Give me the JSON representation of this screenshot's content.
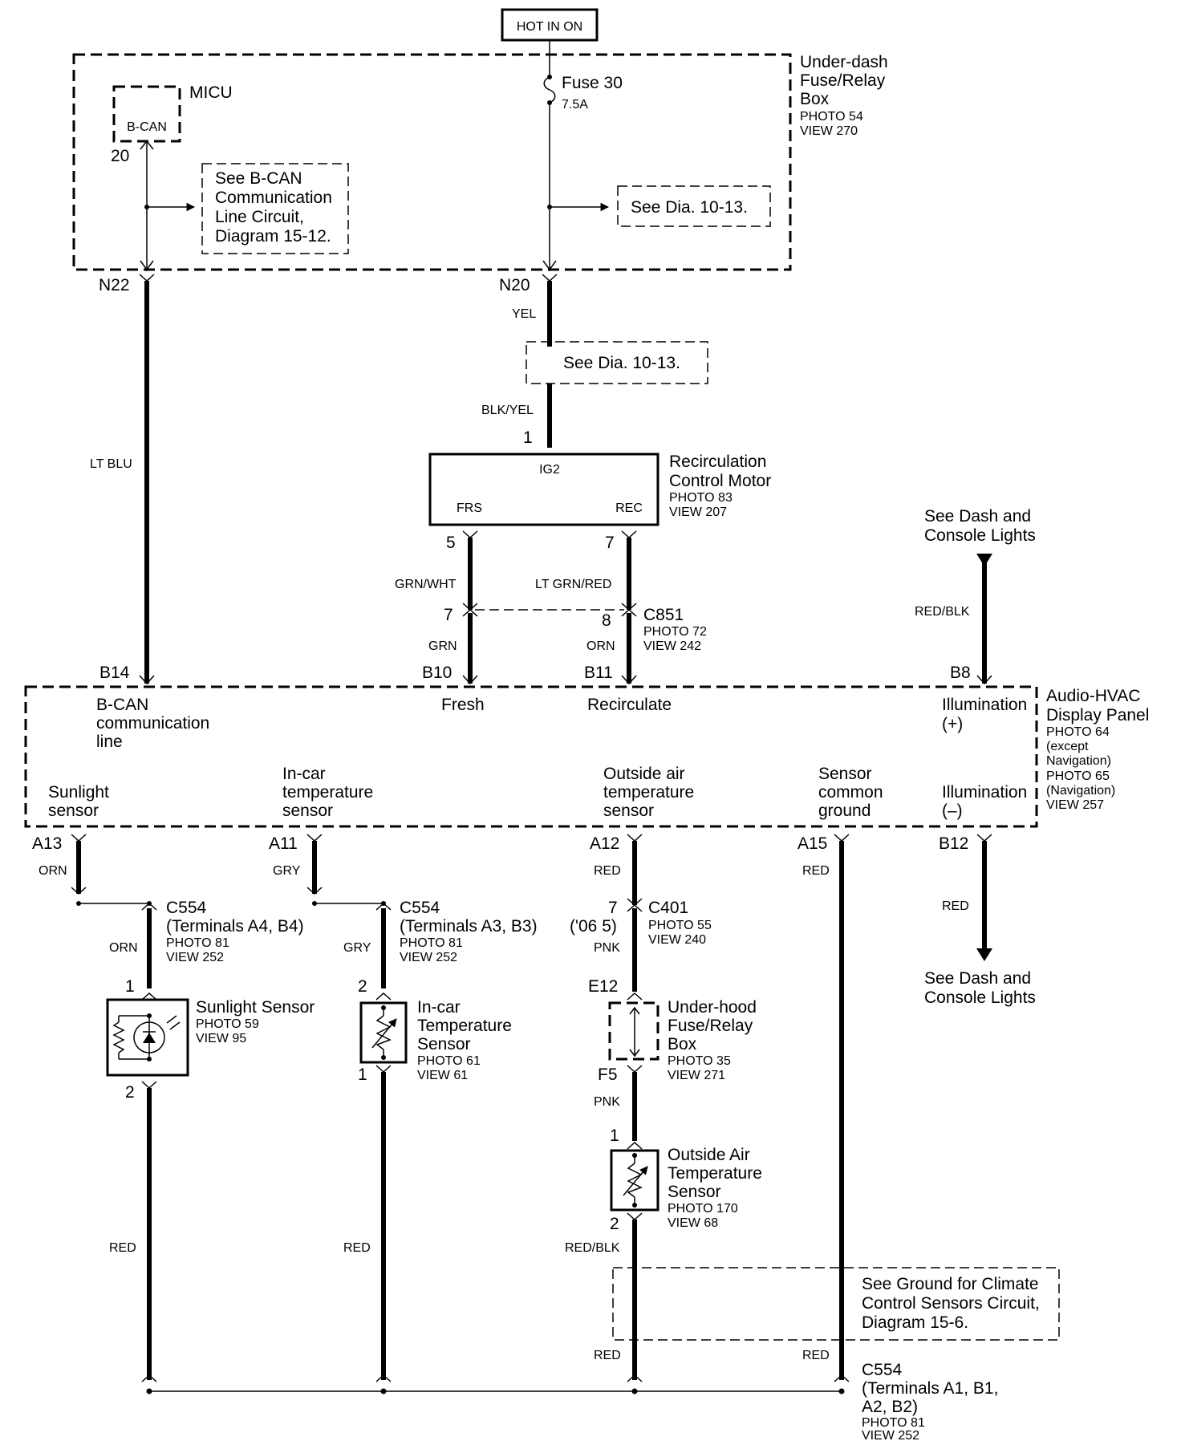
{
  "hot_in_on": "HOT IN ON",
  "underdash_box": {
    "title": [
      "Under-dash",
      "Fuse/Relay",
      "Box"
    ],
    "photo": "PHOTO 54",
    "view": "VIEW 270"
  },
  "micu": {
    "title": "MICU",
    "inner": "B-CAN",
    "pin": "20"
  },
  "fuse": {
    "name": "Fuse 30",
    "rating": "7.5A"
  },
  "bcan_ref": [
    "See B-CAN",
    "Communication",
    "Line Circuit,",
    "Diagram 15-12."
  ],
  "dia_ref_1": "See Dia. 10-13.",
  "dia_ref_2": "See Dia. 10-13.",
  "pins": {
    "n22": "N22",
    "n20": "N20",
    "m1": "1",
    "m5": "5",
    "m7": "7",
    "c7": "7",
    "c8": "8",
    "b14": "B14",
    "b10": "B10",
    "b11": "B11",
    "b8": "B8",
    "a13": "A13",
    "a11": "A11",
    "a12": "A12",
    "a15": "A15",
    "b12": "B12",
    "c401_7": "7",
    "ss1": "1",
    "ss2": "2",
    "ic2": "2",
    "ic1": "1",
    "e12": "E12",
    "f5": "F5",
    "oa1": "1",
    "oa2": "2"
  },
  "wires": {
    "lt_blu": "LT BLU",
    "yel": "YEL",
    "blk_yel": "BLK/YEL",
    "grn_wht": "GRN/WHT",
    "lt_grn_red": "LT GRN/RED",
    "grn": "GRN",
    "orn_c851": "ORN",
    "red_blk_top": "RED/BLK",
    "orn_a13": "ORN",
    "gry_a11": "GRY",
    "red_a12": "RED",
    "red_a15": "RED",
    "red_b12": "RED",
    "orn_2": "ORN",
    "gry_2": "GRY",
    "pnk_1": "PNK",
    "pnk_2": "PNK",
    "red_ss": "RED",
    "red_ic": "RED",
    "red_blk_oa": "RED/BLK",
    "red_oa_bottom": "RED",
    "red_a15_bottom": "RED"
  },
  "motor": {
    "title": [
      "Recirculation",
      "Control Motor"
    ],
    "photo": "PHOTO 83",
    "view": "VIEW 207",
    "ig2": "IG2",
    "frs": "FRS",
    "rec": "REC"
  },
  "c851": {
    "name": "C851",
    "photo": "PHOTO 72",
    "view": "VIEW 242"
  },
  "dash_lights_top": [
    "See Dash and",
    "Console Lights"
  ],
  "dash_lights_bottom": [
    "See Dash and",
    "Console Lights"
  ],
  "panel": {
    "title": [
      "Audio-HVAC",
      "Display Panel"
    ],
    "notes": [
      "PHOTO 64",
      "(except",
      "Navigation)",
      "PHOTO 65",
      "(Navigation)",
      "VIEW 257"
    ],
    "bcan_line": [
      "B-CAN",
      "communication",
      "line"
    ],
    "fresh": "Fresh",
    "recirculate": "Recirculate",
    "illum_plus": [
      "Illumination",
      "(+)"
    ],
    "sunlight": [
      "Sunlight",
      "sensor"
    ],
    "incar": [
      "In-car",
      "temperature",
      "sensor"
    ],
    "outside": [
      "Outside air",
      "temperature",
      "sensor"
    ],
    "common": [
      "Sensor",
      "common",
      "ground"
    ],
    "illum_minus": [
      "Illumination",
      "(–)"
    ]
  },
  "c554_a": {
    "name": "C554",
    "terms": "(Terminals A4, B4)",
    "photo": "PHOTO 81",
    "view": "VIEW 252"
  },
  "c554_b": {
    "name": "C554",
    "terms": "(Terminals A3, B3)",
    "photo": "PHOTO 81",
    "view": "VIEW 252"
  },
  "c401": {
    "name": "C401",
    "year": "('06 5)",
    "photo": "PHOTO 55",
    "view": "VIEW 240"
  },
  "sunlight_sensor": {
    "title": "Sunlight Sensor",
    "photo": "PHOTO 59",
    "view": "VIEW 95"
  },
  "incar_sensor": {
    "title": [
      "In-car",
      "Temperature",
      "Sensor"
    ],
    "photo": "PHOTO 61",
    "view": "VIEW 61"
  },
  "underhood_box": {
    "title": [
      "Under-hood",
      "Fuse/Relay",
      "Box"
    ],
    "photo": "PHOTO 35",
    "view": "VIEW 271"
  },
  "outside_sensor": {
    "title": [
      "Outside Air",
      "Temperature",
      "Sensor"
    ],
    "photo": "PHOTO 170",
    "view": "VIEW 68"
  },
  "ground_ref": [
    "See Ground for Climate",
    "Control Sensors Circuit,",
    "Diagram 15-6."
  ],
  "c554_c": {
    "name": "C554",
    "terms": [
      "(Terminals A1, B1,",
      "A2, B2)"
    ],
    "photo": "PHOTO 81",
    "view": "VIEW 252"
  }
}
